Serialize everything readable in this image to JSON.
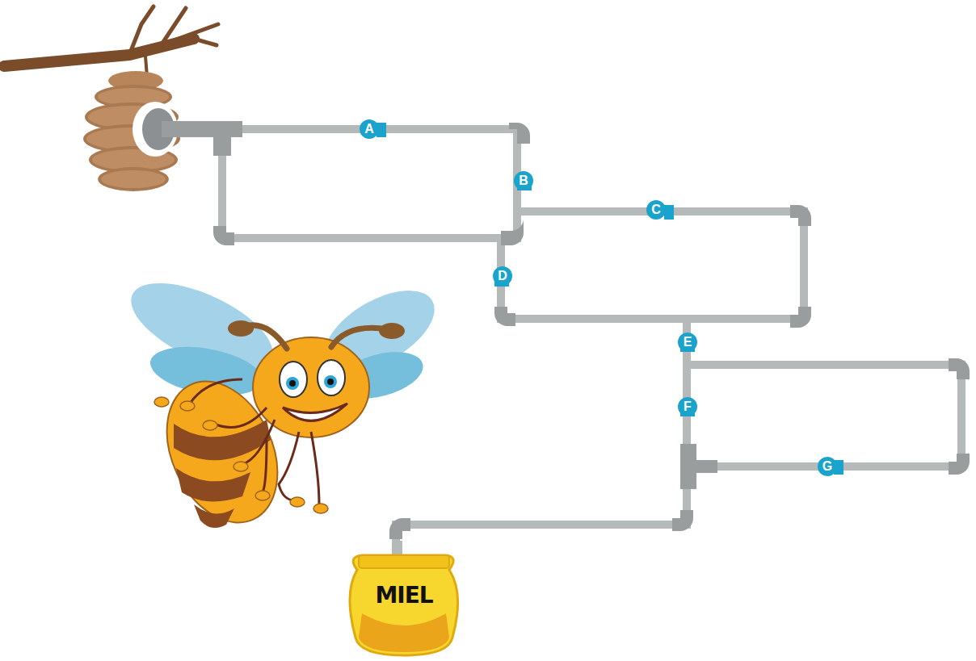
{
  "diagram": {
    "nodes": [
      {
        "text": [
          "MIEL"
        ]
      }
    ],
    "labels": [
      "A",
      "B",
      "C",
      "D",
      "E",
      "F",
      "G"
    ]
  }
}
